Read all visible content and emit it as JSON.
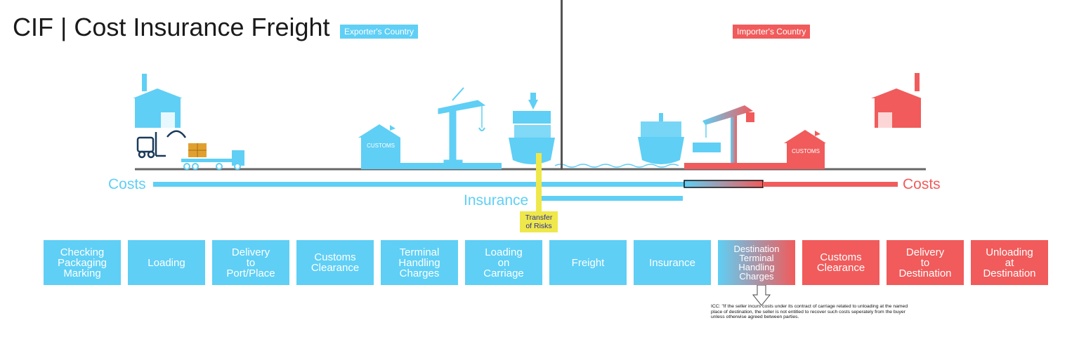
{
  "title": "CIF | Cost Insurance Freight",
  "countries": {
    "exporter": "Exporter's Country",
    "importer": "Importer's Country"
  },
  "labels": {
    "costs_left": "Costs",
    "costs_right": "Costs",
    "insurance": "Insurance",
    "transfer_of_risks": "Transfer\nof Risks",
    "customs_building_left": "CUSTOMS",
    "customs_building_right": "CUSTOMS"
  },
  "steps": [
    {
      "label": "Checking\nPackaging\nMarking",
      "side": "exporter"
    },
    {
      "label": "Loading",
      "side": "exporter"
    },
    {
      "label": "Delivery\nto\nPort/Place",
      "side": "exporter"
    },
    {
      "label": "Customs\nClearance",
      "side": "exporter"
    },
    {
      "label": "Terminal\nHandling\nCharges",
      "side": "exporter"
    },
    {
      "label": "Loading\non\nCarriage",
      "side": "exporter"
    },
    {
      "label": "Freight",
      "side": "exporter"
    },
    {
      "label": "Insurance",
      "side": "exporter"
    },
    {
      "label": "Destination\nTerminal\nHandling\nCharges",
      "side": "shared"
    },
    {
      "label": "Customs\nClearance",
      "side": "importer"
    },
    {
      "label": "Delivery\nto\nDestination",
      "side": "importer"
    },
    {
      "label": "Unloading\nat\nDestination",
      "side": "importer"
    }
  ],
  "icc_note": "ICC: \"If the seller incurs costs under its contract of carriage related to unloading at the named place of destination, the seller is not entitled to recover such costs seperately from the buyer unless otherwise agreed between parties.",
  "colors": {
    "exporter": "#5fcff5",
    "importer": "#f15b5b",
    "risk": "#efe84a",
    "ground": "#666666"
  }
}
